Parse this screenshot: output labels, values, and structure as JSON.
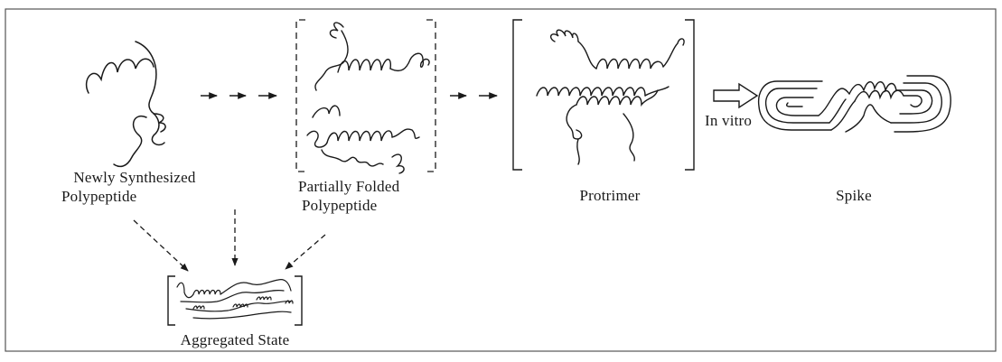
{
  "labels": {
    "newly_line1": "Newly Synthesized",
    "newly_line2": "Polypeptide",
    "partial_line1": "Partially Folded",
    "partial_line2": "Polypeptide",
    "protrimer": "Protrimer",
    "spike": "Spike",
    "in_vitro": "In vitro",
    "aggregated": "Aggregated State"
  },
  "colors": {
    "ink": "#1a1a1a",
    "frame": "#555555",
    "background": "#ffffff"
  }
}
